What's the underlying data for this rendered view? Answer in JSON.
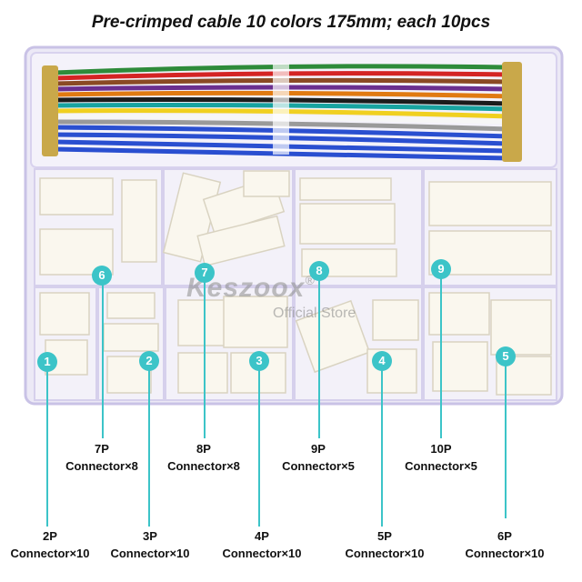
{
  "title": "Pre-crimped cable 10 colors 175mm; each 10pcs",
  "watermark": {
    "brand": "Keszoox",
    "registered": "®",
    "store": "Official Store"
  },
  "badges": [
    "1",
    "2",
    "3",
    "4",
    "5",
    "6",
    "7",
    "8",
    "9"
  ],
  "labels": {
    "p2": {
      "size": "2P",
      "count": "Connector×10"
    },
    "p3": {
      "size": "3P",
      "count": "Connector×10"
    },
    "p4": {
      "size": "4P",
      "count": "Connector×10"
    },
    "p5": {
      "size": "5P",
      "count": "Connector×10"
    },
    "p6": {
      "size": "6P",
      "count": "Connector×10"
    },
    "p7": {
      "size": "7P",
      "count": "Connector×8"
    },
    "p8": {
      "size": "8P",
      "count": "Connector×8"
    },
    "p9": {
      "size": "9P",
      "count": "Connector×5"
    },
    "p10": {
      "size": "10P",
      "count": "Connector×5"
    }
  },
  "colors": {
    "accent": "#3cc4c8",
    "box": "#e9e6f5",
    "connector": "#f7f3e8"
  }
}
